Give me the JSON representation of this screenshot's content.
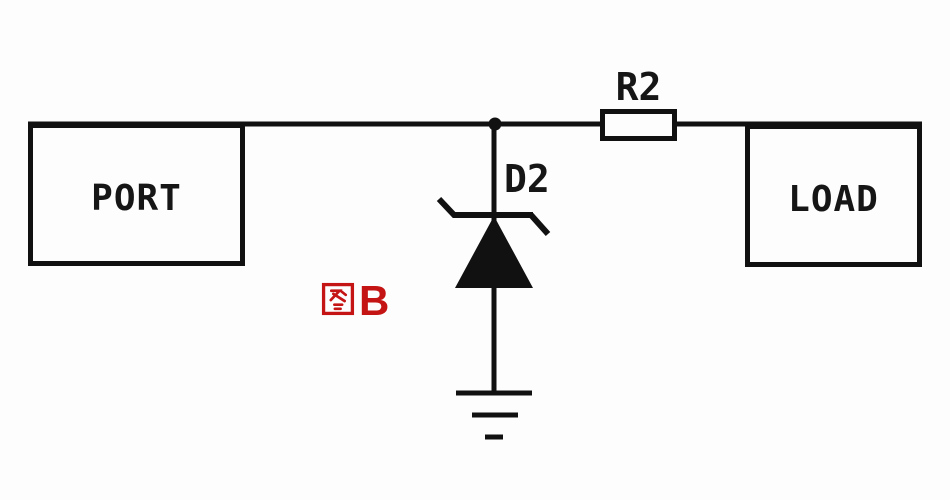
{
  "diagram": {
    "kind": "circuit-schematic",
    "colors": {
      "line": "#111111",
      "text": "#161616",
      "figure_red": "#c41414",
      "background": "#fdfdfd"
    },
    "blocks": {
      "port": {
        "label": "PORT"
      },
      "load": {
        "label": "LOAD"
      }
    },
    "components": {
      "resistor": {
        "label": "R2",
        "type": "resistor",
        "placement": "series between junction and LOAD"
      },
      "diode": {
        "label": "D2",
        "type": "tvs-zener-diode",
        "placement": "shunt from junction to ground",
        "orientation": "cathode-up"
      }
    },
    "ground": {
      "type": "earth-ground",
      "bars": 3
    },
    "figure": {
      "label": "图B",
      "char": "图",
      "suffix": "B"
    }
  }
}
